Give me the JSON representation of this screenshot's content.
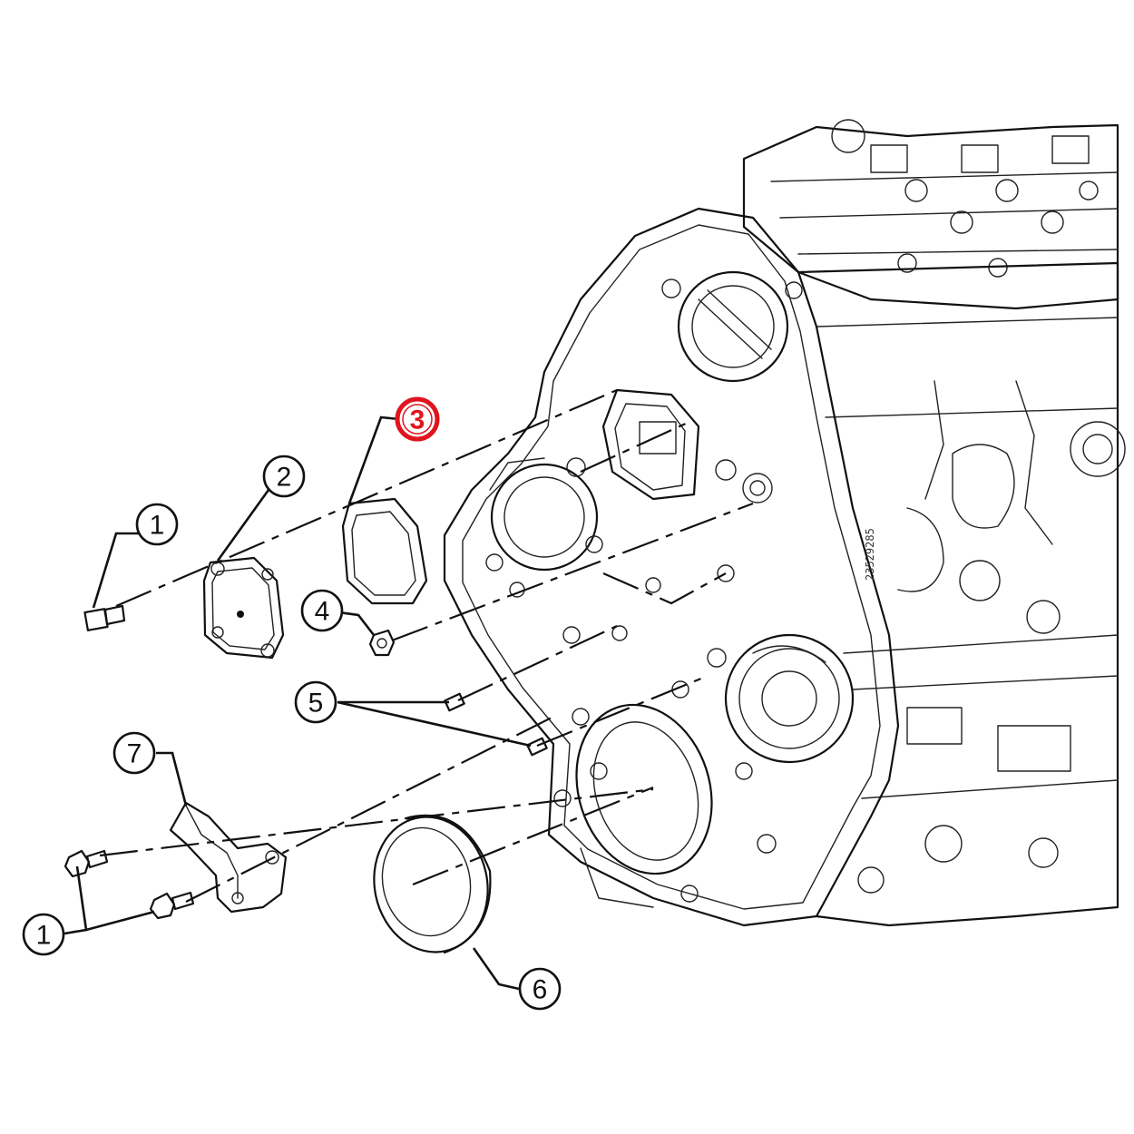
{
  "callouts": [
    {
      "id": "c1a",
      "label": "1",
      "highlighted": false
    },
    {
      "id": "c2",
      "label": "2",
      "highlighted": false
    },
    {
      "id": "c3",
      "label": "3",
      "highlighted": true
    },
    {
      "id": "c4",
      "label": "4",
      "highlighted": false
    },
    {
      "id": "c5",
      "label": "5",
      "highlighted": false
    },
    {
      "id": "c7",
      "label": "7",
      "highlighted": false
    },
    {
      "id": "c1b",
      "label": "1",
      "highlighted": false
    },
    {
      "id": "c6",
      "label": "6",
      "highlighted": false
    }
  ],
  "engine_stamp": "23529285",
  "colors": {
    "line": "#111111",
    "highlight": "#e0141e",
    "background": "#ffffff"
  }
}
